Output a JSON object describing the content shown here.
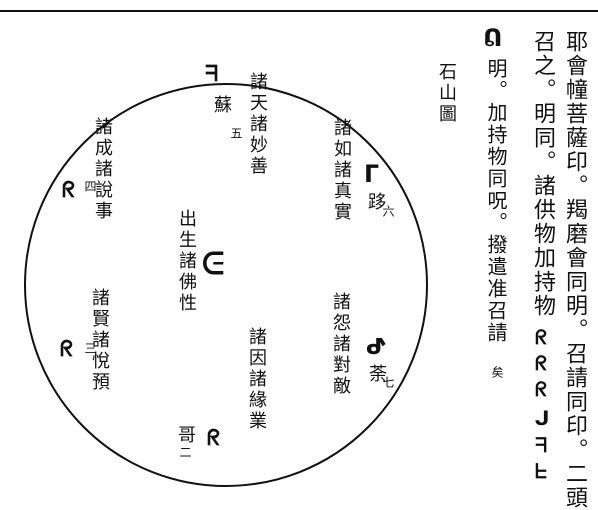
{
  "text": {
    "col1": "耶會幢菩薩印。羯磨會同明。召請同印。二頭",
    "col2": "召之。明同。諸供物加持物",
    "col3": "明。加持物同呪。撥遣准召請",
    "col3_note": "矣",
    "title": "石山圖",
    "siddham_tail": [
      "ᖇ",
      "ᖇ",
      "ᖇ",
      "ᒍ",
      "ᖷ",
      "ᖶ"
    ],
    "siddham_col3_head": "ᕠ"
  },
  "circle": {
    "center": {
      "label": "出生諸佛性",
      "glyph": "ᕮ"
    },
    "p1": {
      "label": "諸天諸妙善",
      "glyph": "ᖷ",
      "name": "蘇",
      "num": "五"
    },
    "p2": {
      "label": "諸如諸真實",
      "glyph": "ᒥ",
      "name": "跢",
      "num": "六"
    },
    "p3": {
      "label": "諸成諸說事",
      "glyph": "ᖇ",
      "num": "四"
    },
    "p4": {
      "label": "諸怨諸對敵",
      "glyph": "ᕷ",
      "name": "荼",
      "num": "七"
    },
    "p5": {
      "label": "諸賢諸悅預",
      "glyph": "ᖇ",
      "num": "三"
    },
    "p6": {
      "label": "諸因諸緣業",
      "glyph": "ᖇ",
      "name": "哥",
      "num": "二"
    }
  }
}
